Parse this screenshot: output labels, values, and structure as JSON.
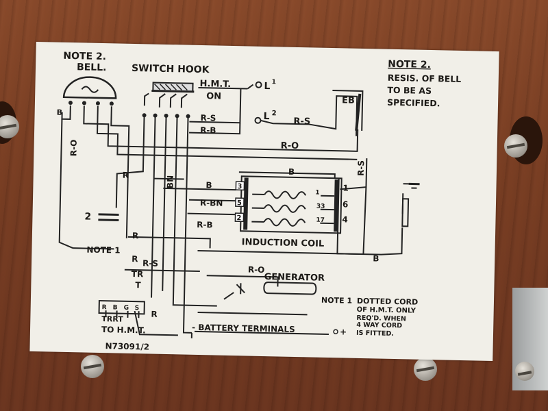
{
  "labels": {
    "note2_top": "NOTE 2.",
    "bell": "BELL.",
    "switch_hook": "SWITCH HOOK",
    "hmt": "H.M.T.",
    "on": "ON",
    "l1": "L",
    "l1_sup": "1",
    "l2": "L",
    "l2_sup": "2",
    "rs1": "R-S",
    "rb1": "R-B",
    "rs2": "R-S",
    "eb": "EB",
    "note2_right": "NOTE 2.",
    "resis_line1": "RESIS. OF BELL",
    "resis_line2": "TO BE AS",
    "resis_line3": "SPECIFIED.",
    "b_bell": "B",
    "ro_left": "R-O",
    "ro_mid": "R-O",
    "rs_vert": "R-S",
    "r_left": "R",
    "bn": "BN",
    "b_coil_top": "B",
    "b_coil_left": "B",
    "rbn": "R-BN",
    "rb2": "R-B",
    "t3": "3",
    "t5": "5",
    "t2": "2",
    "t1": "1",
    "t6": "6",
    "t4": "4",
    "w1": "1",
    "w33": "33",
    "w17": "17",
    "induction_coil": "INDUCTION COIL",
    "cap2": "2",
    "r_lower": "R",
    "b_right": "B",
    "note1_left": "NOTE 1",
    "r_note": "R",
    "rs_note": "R-S",
    "tr": "TR",
    "t_letter": "T",
    "ro_gen": "R-O",
    "generator": "GENERATOR",
    "r_bottom": "R",
    "note1_right": "NOTE 1",
    "dotted_1": "DOTTED CORD",
    "dotted_2": "OF H.M.T. ONLY",
    "dotted_3": "REQ'D. WHEN",
    "dotted_4": "4 WAY CORD",
    "dotted_5": "IS FITTED.",
    "plug_r": "R",
    "plug_b": "B",
    "plug_g": "G",
    "plug_s": "S",
    "trrt": "TRRT",
    "to_hmt": "TO H.M.T.",
    "battery": "- BATTERY TERMINALS",
    "plus": "+",
    "part_no": "N73091/2"
  }
}
